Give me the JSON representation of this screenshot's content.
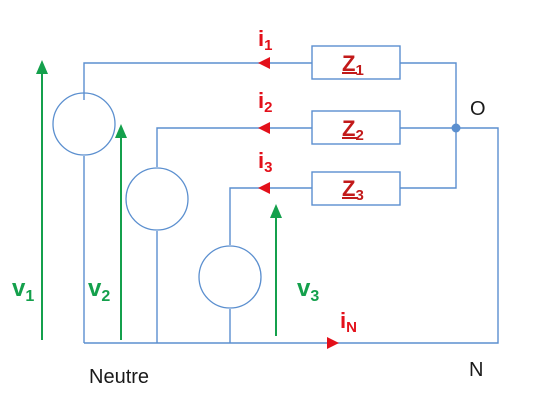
{
  "colors": {
    "wire": "#5b8fcf",
    "current": "#e3101a",
    "impedance": "#c21a1a",
    "voltage": "#14a04c",
    "text": "#1a1a1a",
    "node": "#5b8fcf"
  },
  "currents": {
    "i1": {
      "main": "i",
      "sub": "1"
    },
    "i2": {
      "main": "i",
      "sub": "2"
    },
    "i3": {
      "main": "i",
      "sub": "3"
    },
    "iN": {
      "main": "i",
      "sub": "N"
    }
  },
  "impedances": {
    "z1": {
      "main": "Z",
      "sub": "1"
    },
    "z2": {
      "main": "Z",
      "sub": "2"
    },
    "z3": {
      "main": "Z",
      "sub": "3"
    }
  },
  "voltages": {
    "v1": {
      "main": "v",
      "sub": "1"
    },
    "v2": {
      "main": "v",
      "sub": "2"
    },
    "v3": {
      "main": "v",
      "sub": "3"
    }
  },
  "nodes": {
    "star_point": "O",
    "neutral_point": "N",
    "neutral_line": "Neutre"
  }
}
